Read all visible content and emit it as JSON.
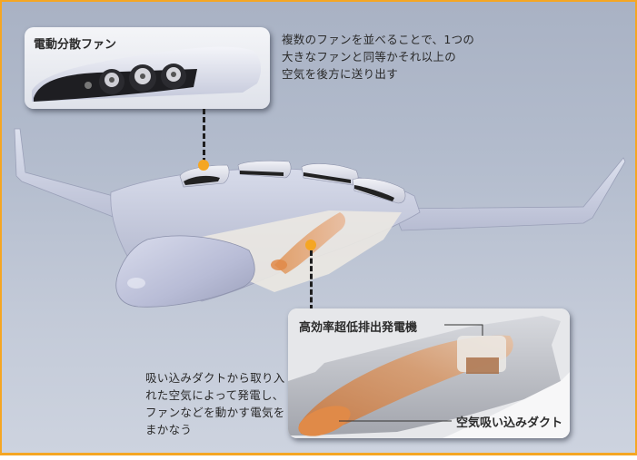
{
  "colors": {
    "frame_border": "#f5a623",
    "marker_dot": "#f5a623",
    "background_top": "#a9b2c4",
    "background_bottom": "#cdd3df",
    "duct_orange": "#d98a4e",
    "aircraft_body": "#c9cde0"
  },
  "fan_callout": {
    "title": "電動分散ファン",
    "description_lines": [
      "複数のファンを並べることで、1つの",
      "大きなファンと同等かそれ以上の",
      "空気を後方に送り出す"
    ]
  },
  "generator_callout": {
    "generator_label": "高効率超低排出発電機",
    "duct_label": "空気吸い込みダクト",
    "description_lines": [
      "吸い込みダクトから取り入",
      "れた空気によって発電し、",
      "ファンなどを動かす電気を",
      "まかなう"
    ]
  },
  "illustration": {
    "subject": "blended-wing-body aircraft",
    "fan_pod_count": 4,
    "fan_count_in_detail": 3
  }
}
